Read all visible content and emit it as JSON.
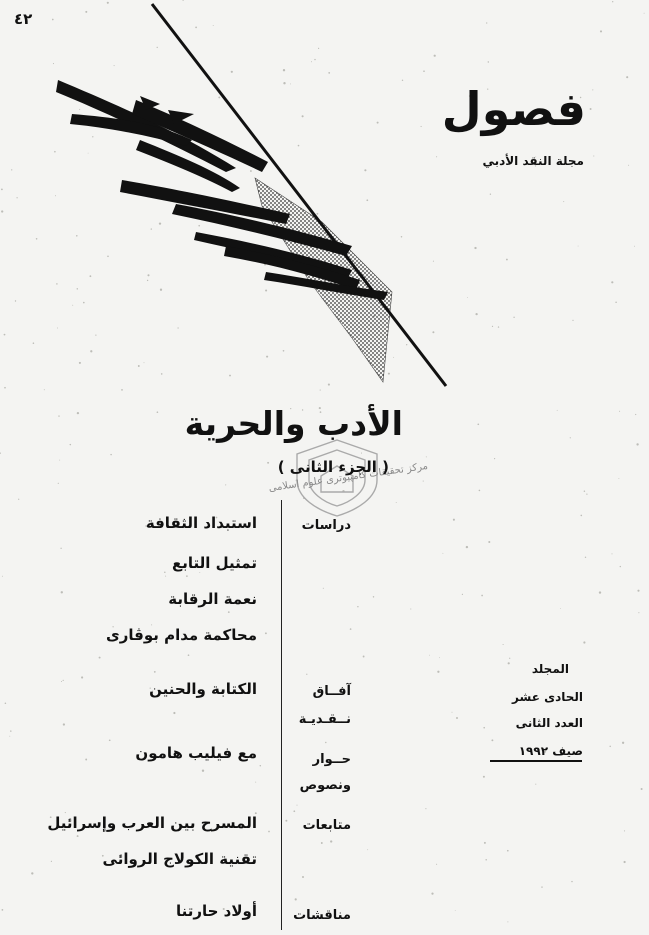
{
  "page_number": "٤٢",
  "logo": {
    "word": "فصول",
    "subtitle": "مجلة النقد الأدبي"
  },
  "title": "الأدب والحرية",
  "subtitle": "( الجزء الثانى )",
  "sections": [
    {
      "label": "دراسات",
      "articles": [
        "استبداد الثقافة",
        "تمثيل التابع",
        "نعمة الرقابة",
        "محاكمة مدام بوڤارى"
      ]
    },
    {
      "label": "آفاق نقدية",
      "label_lines": [
        "آفــاق",
        "نــقـديـة"
      ],
      "articles": [
        "الكتابة والحنين"
      ]
    },
    {
      "label": "حوار ونصوص",
      "label_lines": [
        "حــوار",
        "ونصوص"
      ],
      "articles": [
        "مع فيليب هامون"
      ]
    },
    {
      "label": "متابعات",
      "articles": [
        "المسرح بين العرب وإسرائيل",
        "تقنية الكولاج الروائى"
      ]
    },
    {
      "label": "مناقشات",
      "articles": [
        "أولاد حارتنا"
      ]
    }
  ],
  "volume_info": {
    "volume_label": "المجلد",
    "volume_value": "الحادى عشر",
    "issue": "العدد الثانى",
    "season_year": "صيف ١٩٩٢"
  },
  "stamp": "مركز تحقیقات کامپیوتری علوم اسلامی"
}
